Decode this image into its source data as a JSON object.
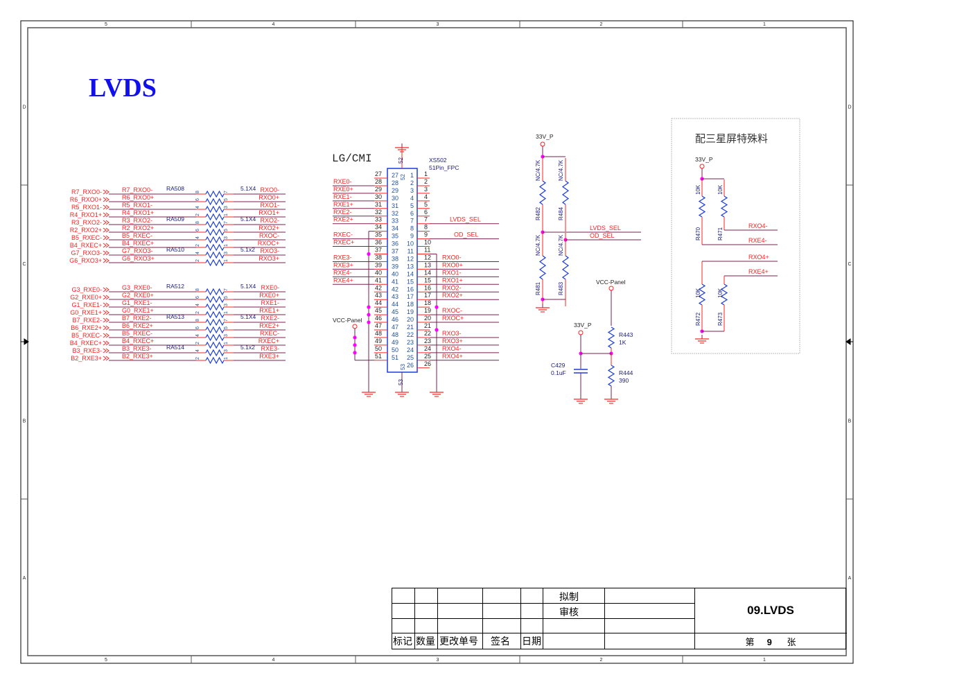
{
  "page_title": "LVDS",
  "frame": {
    "columns": [
      "5",
      "4",
      "3",
      "2",
      "1"
    ],
    "rows": [
      "D",
      "C",
      "B",
      "A"
    ]
  },
  "resistor_arrays": [
    {
      "ref": "RA508",
      "value": "5.1X4",
      "channels": [
        {
          "in_label": "R7_RXO0-",
          "net_left": "R7_RXO0-",
          "net_right": "RXO0-",
          "pins": [
            "8",
            "7"
          ]
        },
        {
          "in_label": "R6_RXO0+",
          "net_left": "R6_RXO0+",
          "net_right": "RXO0+",
          "pins": [
            "6",
            "5"
          ]
        },
        {
          "in_label": "R5_RXO1-",
          "net_left": "R5_RXO1-",
          "net_right": "RXO1-",
          "pins": [
            "4",
            "3"
          ]
        },
        {
          "in_label": "R4_RXO1+",
          "net_left": "R4_RXO1+",
          "net_right": "RXO1+",
          "pins": [
            "2",
            "1"
          ]
        }
      ]
    },
    {
      "ref": "RA509",
      "value": "5.1X4",
      "channels": [
        {
          "in_label": "R3_RXO2-",
          "net_left": "R3_RXO2-",
          "net_right": "RXO2-",
          "pins": [
            "8",
            "7"
          ]
        },
        {
          "in_label": "R2_RXO2+",
          "net_left": "R2_RXO2+",
          "net_right": "RXO2+",
          "pins": [
            "6",
            "5"
          ]
        },
        {
          "in_label": "B5_RXEC-",
          "net_left": "B5_RXEC-",
          "net_right": "RXOC-",
          "pins": [
            "4",
            "3"
          ]
        },
        {
          "in_label": "B4_RXEC+",
          "net_left": "B4_RXEC+",
          "net_right": "RXOC+",
          "pins": [
            "2",
            "1"
          ]
        }
      ]
    },
    {
      "ref": "RA510",
      "value": "5.1x2",
      "channels": [
        {
          "in_label": "G7_RXO3-",
          "net_left": "G7_RXO3-",
          "net_right": "RXO3-",
          "pins": [
            "4",
            "3"
          ]
        },
        {
          "in_label": "G6_RXO3+",
          "net_left": "G6_RXO3+",
          "net_right": "RXO3+",
          "pins": [
            "2",
            "1"
          ]
        }
      ]
    },
    {
      "ref": "RA512",
      "value": "5.1X4",
      "channels": [
        {
          "in_label": "G3_RXE0-",
          "net_left": "G3_RXE0-",
          "net_right": "RXE0-",
          "pins": [
            "8",
            "7"
          ]
        },
        {
          "in_label": "G2_RXE0+",
          "net_left": "G2_RXE0+",
          "net_right": "RXE0+",
          "pins": [
            "6",
            "5"
          ]
        },
        {
          "in_label": "G1_RXE1-",
          "net_left": "G1_RXE1-",
          "net_right": "RXE1-",
          "pins": [
            "4",
            "3"
          ]
        },
        {
          "in_label": "G0_RXE1+",
          "net_left": "G0_RXE1+",
          "net_right": "RXE1+",
          "pins": [
            "2",
            "1"
          ]
        }
      ]
    },
    {
      "ref": "RA513",
      "value": "5.1X4",
      "channels": [
        {
          "in_label": "B7_RXE2-",
          "net_left": "B7_RXE2-",
          "net_right": "RXE2-",
          "pins": [
            "8",
            "7"
          ]
        },
        {
          "in_label": "B6_RXE2+",
          "net_left": "B6_RXE2+",
          "net_right": "RXE2+",
          "pins": [
            "6",
            "5"
          ]
        },
        {
          "in_label": "B5_RXEC-",
          "net_left": "B5_RXEC-",
          "net_right": "RXEC-",
          "pins": [
            "4",
            "3"
          ]
        },
        {
          "in_label": "B4_RXEC+",
          "net_left": "B4_RXEC+",
          "net_right": "RXEC+",
          "pins": [
            "2",
            "1"
          ]
        }
      ]
    },
    {
      "ref": "RA514",
      "value": "5.1x2",
      "channels": [
        {
          "in_label": "B3_RXE3-",
          "net_left": "B3_RXE3-",
          "net_right": "RXE3-",
          "pins": [
            "4",
            "3"
          ]
        },
        {
          "in_label": "B2_RXE3+",
          "net_left": "B2_RXE3+",
          "net_right": "RXE3+",
          "pins": [
            "2",
            "1"
          ]
        }
      ]
    }
  ],
  "connector": {
    "group_label": "LG/CMI",
    "ref": "XS502",
    "part": "51Pin_FPC",
    "top_pin": "52",
    "bottom_pin": "53",
    "left_pins": [
      {
        "pin": "27",
        "net": ""
      },
      {
        "pin": "28",
        "net": "RXE0-"
      },
      {
        "pin": "29",
        "net": "RXE0+"
      },
      {
        "pin": "30",
        "net": "RXE1-"
      },
      {
        "pin": "31",
        "net": "RXE1+"
      },
      {
        "pin": "32",
        "net": "RXE2-"
      },
      {
        "pin": "33",
        "net": "RXE2+"
      },
      {
        "pin": "34",
        "net": ""
      },
      {
        "pin": "35",
        "net": "RXEC-"
      },
      {
        "pin": "36",
        "net": "RXEC+"
      },
      {
        "pin": "37",
        "net": ""
      },
      {
        "pin": "38",
        "net": "RXE3-"
      },
      {
        "pin": "39",
        "net": "RXE3+"
      },
      {
        "pin": "40",
        "net": "RXE4-"
      },
      {
        "pin": "41",
        "net": "RXE4+"
      },
      {
        "pin": "42",
        "net": ""
      },
      {
        "pin": "43",
        "net": ""
      },
      {
        "pin": "44",
        "net": ""
      },
      {
        "pin": "45",
        "net": ""
      },
      {
        "pin": "46",
        "net": ""
      },
      {
        "pin": "47",
        "net": ""
      },
      {
        "pin": "48",
        "net": ""
      },
      {
        "pin": "49",
        "net": ""
      },
      {
        "pin": "50",
        "net": ""
      },
      {
        "pin": "51",
        "net": ""
      }
    ],
    "right_pins": [
      {
        "pin": "1",
        "net": ""
      },
      {
        "pin": "2",
        "net": ""
      },
      {
        "pin": "3",
        "net": ""
      },
      {
        "pin": "4",
        "net": ""
      },
      {
        "pin": "5",
        "net": ""
      },
      {
        "pin": "6",
        "net": ""
      },
      {
        "pin": "7",
        "net": "LVDS_SEL"
      },
      {
        "pin": "8",
        "net": ""
      },
      {
        "pin": "9",
        "net": "OD_SEL"
      },
      {
        "pin": "10",
        "net": ""
      },
      {
        "pin": "11",
        "net": ""
      },
      {
        "pin": "12",
        "net": "RXO0-"
      },
      {
        "pin": "13",
        "net": "RXO0+"
      },
      {
        "pin": "14",
        "net": "RXO1-"
      },
      {
        "pin": "15",
        "net": "RXO1+"
      },
      {
        "pin": "16",
        "net": "RXO2-"
      },
      {
        "pin": "17",
        "net": "RXO2+"
      },
      {
        "pin": "18",
        "net": ""
      },
      {
        "pin": "19",
        "net": "RXOC-"
      },
      {
        "pin": "20",
        "net": "RXOC+"
      },
      {
        "pin": "21",
        "net": ""
      },
      {
        "pin": "22",
        "net": "RXO3-"
      },
      {
        "pin": "23",
        "net": "RXO3+"
      },
      {
        "pin": "24",
        "net": "RXO4-"
      },
      {
        "pin": "25",
        "net": "RXO4+"
      },
      {
        "pin": "26",
        "net": ""
      }
    ],
    "power_label": "VCC-Panel"
  },
  "sel_block": {
    "power_label": "33V_P",
    "resistors": [
      {
        "ref": "R482",
        "value": "NC/4.7K"
      },
      {
        "ref": "R484",
        "value": "NC/4.7K"
      },
      {
        "ref": "R481",
        "value": "NC/4.7K"
      },
      {
        "ref": "R483",
        "value": "NC/4.7K"
      }
    ],
    "nets": [
      "LVDS_SEL",
      "OD_SEL"
    ]
  },
  "divider_block": {
    "vcc_label": "VCC-Panel",
    "power_label": "33V_P",
    "r_top": {
      "ref": "R443",
      "value": "1K"
    },
    "r_bottom": {
      "ref": "R444",
      "value": "390"
    },
    "cap": {
      "ref": "C429",
      "value": "0.1uF"
    }
  },
  "samsung_block": {
    "title": "配三星屏特殊料",
    "power_label": "33V_P",
    "resistors": [
      {
        "ref": "R470",
        "value": "10K"
      },
      {
        "ref": "R471",
        "value": "10K"
      },
      {
        "ref": "R472",
        "value": "10K"
      },
      {
        "ref": "R473",
        "value": "10K"
      }
    ],
    "nets": [
      "RXO4-",
      "RXE4-",
      "RXO4+",
      "RXE4+"
    ]
  },
  "title_block": {
    "drafted_label": "拟制",
    "reviewed_label": "审核",
    "headers": [
      "标记",
      "数量",
      "更改单号",
      "签名",
      "日期"
    ],
    "drawing_title": "09.LVDS",
    "sheet_prefix": "第",
    "sheet_number": "9",
    "sheet_suffix": "张"
  }
}
